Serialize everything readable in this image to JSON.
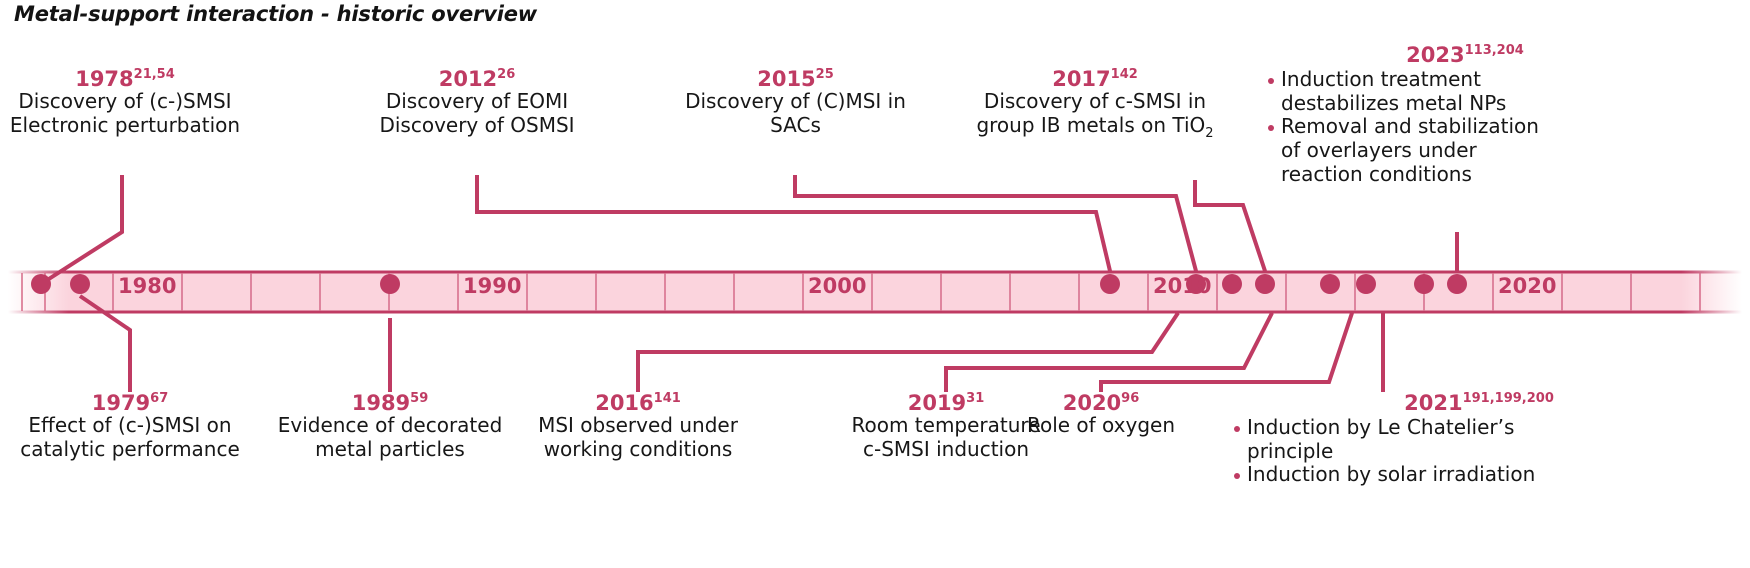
{
  "title": "Metal-support interaction - historic overview",
  "colors": {
    "accent": "#bf3b63",
    "bar_fill": "#fbd4dd",
    "bar_border": "#bf3b63",
    "text": "#171717",
    "background": "#ffffff"
  },
  "axis": {
    "label_years": [
      "1980",
      "1990",
      "2000",
      "2010",
      "2020"
    ],
    "tick_interval_years": 1,
    "range": [
      1976,
      2025
    ]
  },
  "events_above": [
    {
      "year": "1978",
      "refs": "21,54",
      "lines": [
        "Discovery of (c-)SMSI",
        "Electronic perturbation"
      ],
      "align": "center"
    },
    {
      "year": "2012",
      "refs": "26",
      "lines": [
        "Discovery of EOMI",
        "Discovery of OSMSI"
      ],
      "align": "center"
    },
    {
      "year": "2015",
      "refs": "25",
      "lines": [
        "Discovery of (C)MSI in",
        "SACs"
      ],
      "align": "center"
    },
    {
      "year": "2017",
      "refs": "142",
      "lines": [
        "Discovery of c-SMSI in",
        "group IB metals on TiO2"
      ],
      "align": "center"
    },
    {
      "year": "2023",
      "refs": "113,204",
      "bullets": [
        [
          "Induction treatment",
          "destabilizes metal NPs"
        ],
        [
          "Removal and stabilization",
          "of overlayers under",
          "reaction conditions"
        ]
      ],
      "align": "left"
    }
  ],
  "events_below": [
    {
      "year": "1979",
      "refs": "67",
      "lines": [
        "Effect of (c-)SMSI on",
        "catalytic performance"
      ],
      "align": "center"
    },
    {
      "year": "1989",
      "refs": "59",
      "lines": [
        "Evidence of decorated",
        "metal particles"
      ],
      "align": "center"
    },
    {
      "year": "2016",
      "refs": "141",
      "lines": [
        "MSI observed under",
        "working conditions"
      ],
      "align": "center"
    },
    {
      "year": "2019",
      "refs": "31",
      "lines": [
        "Room temperature",
        "c-SMSI induction"
      ],
      "align": "center"
    },
    {
      "year": "2020",
      "refs": "96",
      "lines": [
        "Role of oxygen"
      ],
      "align": "center"
    },
    {
      "year": "2021",
      "refs": "191,199,200",
      "bullets": [
        [
          "Induction by Le Chatelier’s",
          "principle"
        ],
        [
          "Induction by solar irradiation"
        ]
      ],
      "align": "left"
    }
  ],
  "chart_data": {
    "type": "timeline",
    "title": "Metal-support interaction - historic overview",
    "xlabel": "",
    "ylabel": "",
    "xlim": [
      1976,
      2025
    ],
    "tick_labels": [
      "1980",
      "1990",
      "2000",
      "2010",
      "2020"
    ],
    "minor_tick_interval": 1,
    "events": [
      {
        "year": 1978,
        "refs": "21,54",
        "side": "above",
        "text": "Discovery of (c-)SMSI; Electronic perturbation"
      },
      {
        "year": 1979,
        "refs": "67",
        "side": "below",
        "text": "Effect of (c-)SMSI on catalytic performance"
      },
      {
        "year": 1989,
        "refs": "59",
        "side": "below",
        "text": "Evidence of decorated metal particles"
      },
      {
        "year": 2012,
        "refs": "26",
        "side": "above",
        "text": "Discovery of EOMI; Discovery of OSMSI"
      },
      {
        "year": 2015,
        "refs": "25",
        "side": "above",
        "text": "Discovery of (C)MSI in SACs"
      },
      {
        "year": 2016,
        "refs": "141",
        "side": "below",
        "text": "MSI observed under working conditions"
      },
      {
        "year": 2017,
        "refs": "142",
        "side": "above",
        "text": "Discovery of c-SMSI in group IB metals on TiO2"
      },
      {
        "year": 2019,
        "refs": "31",
        "side": "below",
        "text": "Room temperature c-SMSI induction"
      },
      {
        "year": 2020,
        "refs": "96",
        "side": "below",
        "text": "Role of oxygen"
      },
      {
        "year": 2021,
        "refs": "191,199,200",
        "side": "below",
        "text": "Induction by Le Chatelier's principle; Induction by solar irradiation"
      },
      {
        "year": 2023,
        "refs": "113,204",
        "side": "above",
        "text": "Induction treatment destabilizes metal NPs; Removal and stabilization of overlayers under reaction conditions"
      }
    ]
  }
}
